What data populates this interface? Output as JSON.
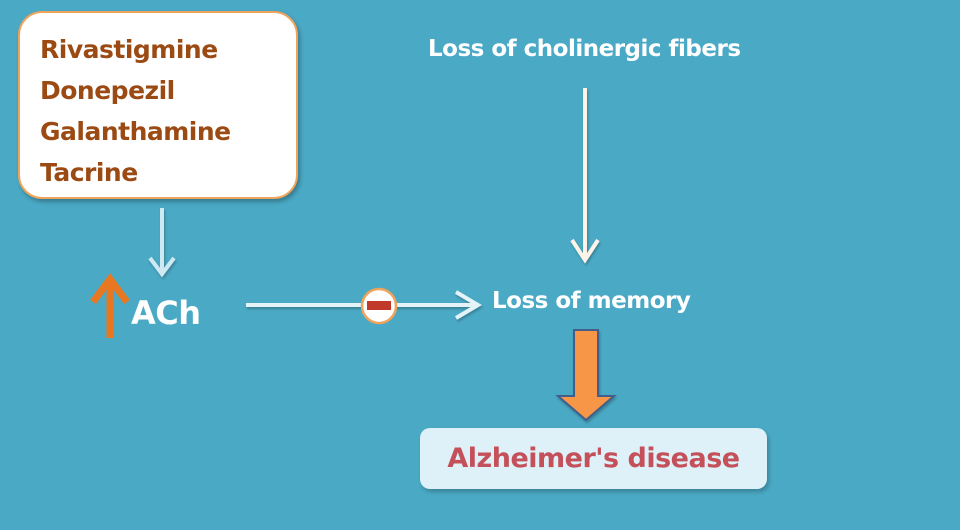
{
  "drugs": {
    "items": [
      "Rivastigmine",
      "Donepezil",
      "Galanthamine",
      "Tacrine"
    ]
  },
  "labels": {
    "top": "Loss of cholinergic fibers",
    "ach": "ACh",
    "memory": "Loss of memory",
    "disease": "Alzheimer's disease"
  },
  "icons": {
    "increase": "up-arrow-icon",
    "inhibit": "minus-icon"
  },
  "colors": {
    "background": "#4aa9c5",
    "drug_text": "#9a4a12",
    "box_border": "#f0a35a",
    "accent_orange": "#e87722",
    "inhibit_red": "#c0392b",
    "disease_text": "#c4505a",
    "disease_box": "#dff1f8"
  }
}
